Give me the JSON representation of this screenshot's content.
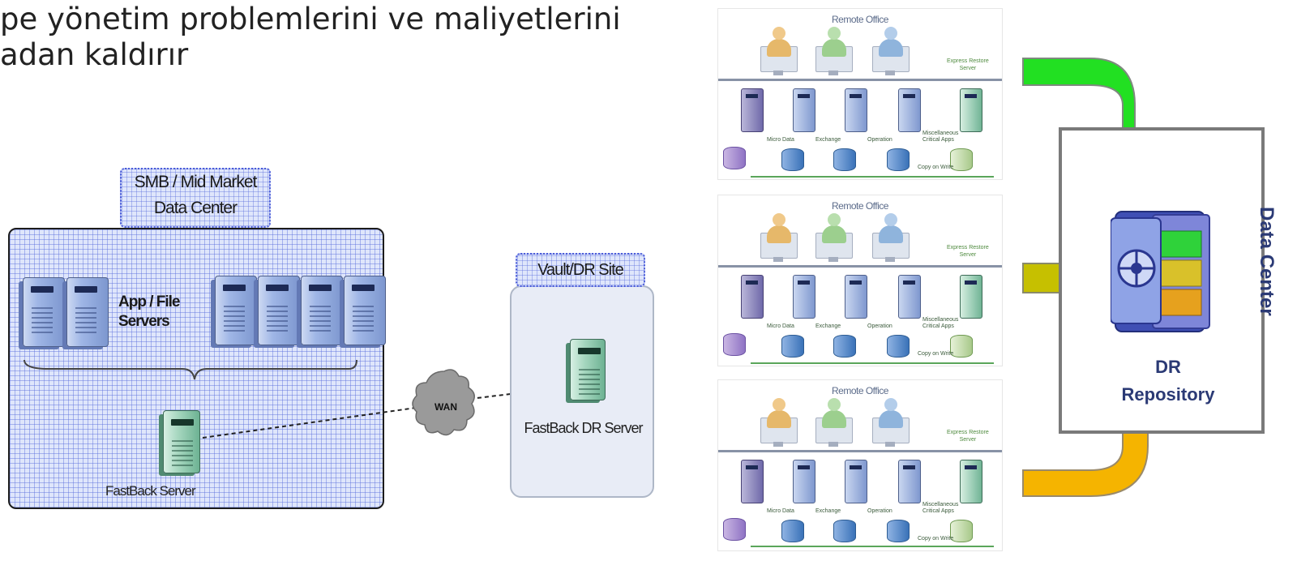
{
  "headline": {
    "line1": "pe yönetim problemlerini ve maliyetlerini",
    "line2": "adan kaldırır"
  },
  "smb": {
    "label_line1": "SMB / Mid Market",
    "label_line2": "Data Center",
    "app_line1": "App / File",
    "app_line2": "Servers",
    "fastback_server": "FastBack Server"
  },
  "wan": {
    "label": "WAN"
  },
  "vault": {
    "label": "Vault/DR Site",
    "server_label": "FastBack DR Server"
  },
  "offices": [
    {
      "title": "Remote Office",
      "server_tag_line1": "Express Restore",
      "server_tag_line2": "Server",
      "note1": "Micro Data",
      "note2": "Exchange",
      "note3": "Operation",
      "note4": "Miscellaneous",
      "note5": "Critical Apps",
      "note6": "Copy on Write"
    },
    {
      "title": "Remote Office",
      "server_tag_line1": "Express Restore",
      "server_tag_line2": "Server",
      "note1": "Micro Data",
      "note2": "Exchange",
      "note3": "Operation",
      "note4": "Miscellaneous",
      "note5": "Critical Apps",
      "note6": "Copy on Write"
    },
    {
      "title": "Remote Office",
      "server_tag_line1": "Express Restore",
      "server_tag_line2": "Server",
      "note1": "Micro Data",
      "note2": "Exchange",
      "note3": "Operation",
      "note4": "Miscellaneous",
      "note5": "Critical Apps",
      "note6": "Copy on Write"
    }
  ],
  "dr": {
    "side_label": "Data Center",
    "repo_line1": "DR",
    "repo_line2": "Repository"
  },
  "colors": {
    "arrow_top": "#22e022",
    "arrow_middle": "#c6c000",
    "arrow_bottom": "#f5b400",
    "grid_blue": "#5a6edc",
    "label_navy": "#2b3a75"
  }
}
